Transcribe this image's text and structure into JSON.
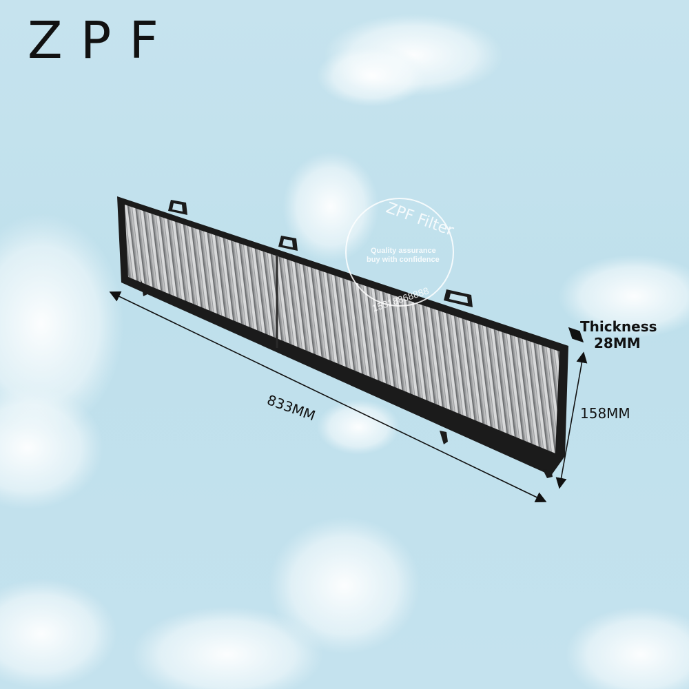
{
  "brand": {
    "logo_text": "ZPF"
  },
  "watermark": {
    "ring_text": "ZPF Filter",
    "line1": "Quality assurance",
    "line2": "buy with confidence",
    "phone": "15318868888"
  },
  "dimensions": {
    "length": "833MM",
    "height": "158MM",
    "thickness_label": "Thickness",
    "thickness_value": "28MM"
  },
  "colors": {
    "sky": "#c4e2ee",
    "frame": "#1b1b1b",
    "media": "#8d8f91",
    "text": "#111111"
  }
}
